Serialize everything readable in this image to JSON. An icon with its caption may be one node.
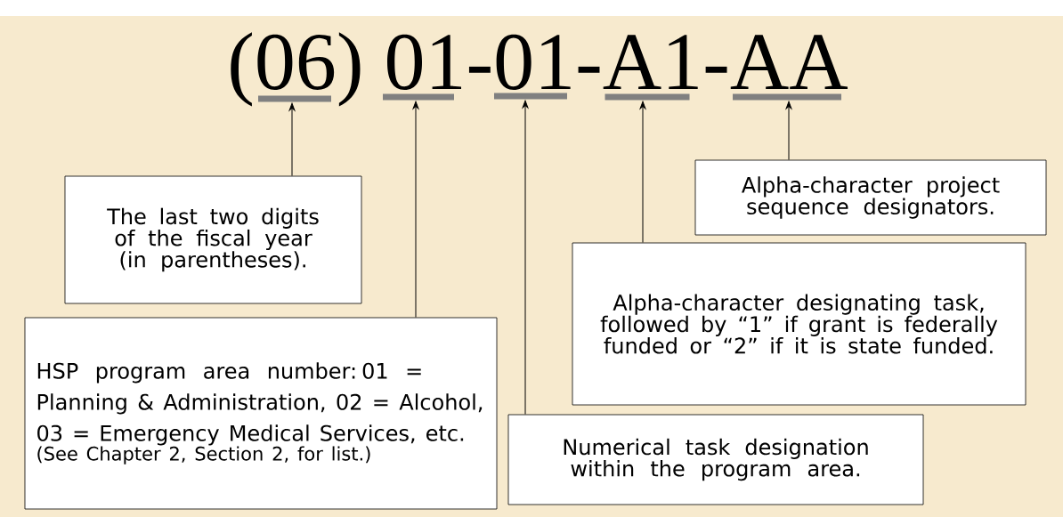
{
  "diagram": {
    "title": "(06) 01-01-A1-AA",
    "nodes": [
      {
        "text": [],
        "shape": "bar"
      },
      {
        "text": [],
        "shape": "bar"
      },
      {
        "text": [],
        "shape": "bar"
      },
      {
        "text": [],
        "shape": "bar"
      },
      {
        "text": [],
        "shape": "bar"
      },
      {
        "text": [
          "Alpha-character project sequence designators."
        ]
      },
      {
        "text": [
          "The last two digits of the fiscal year (in parentheses)."
        ]
      },
      {
        "text": [
          "Alpha-character designating task, followed by “1” if grant is federally funded or “2” if it is state funded."
        ]
      },
      {
        "text": [
          "HSP program area number: 01 = Planning & Administration, 02 = Alcohol, 03 = Emergency Medical Services, etc.",
          "(See Chapter 2, Section 2, for list.)"
        ]
      },
      {
        "text": [
          "Numerical task designation within the program area."
        ]
      }
    ],
    "edges": [
      {
        "from": 6,
        "to": 0,
        "arrow": "to"
      },
      {
        "from": 8,
        "to": 1,
        "arrow": "to"
      },
      {
        "from": 9,
        "to": 2,
        "arrow": "to"
      },
      {
        "from": 7,
        "to": 3,
        "arrow": "to"
      },
      {
        "from": 5,
        "to": 4,
        "arrow": "to"
      }
    ]
  }
}
